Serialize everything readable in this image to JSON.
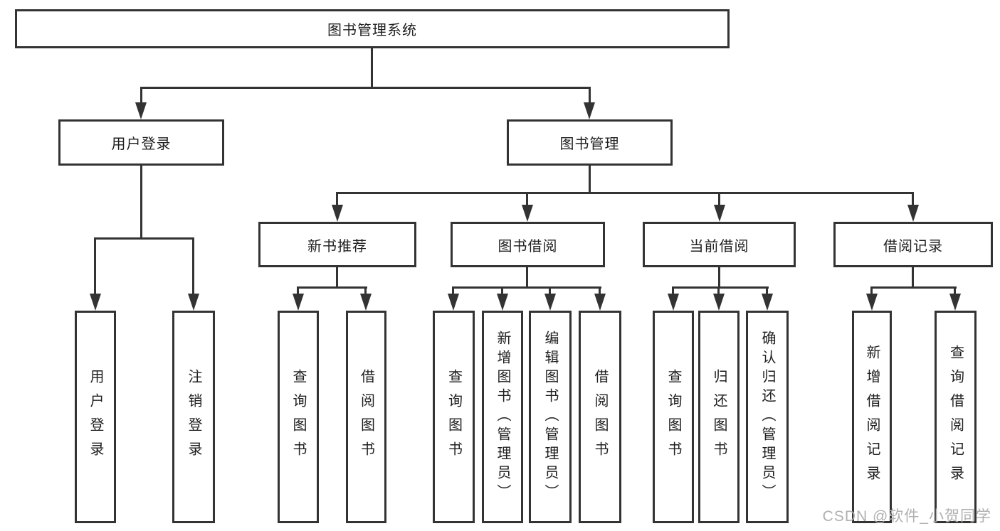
{
  "diagram": {
    "root": {
      "label": "图书管理系统"
    },
    "level2": [
      {
        "label": "用户登录"
      },
      {
        "label": "图书管理"
      }
    ],
    "level3": [
      {
        "label": "新书推荐"
      },
      {
        "label": "图书借阅"
      },
      {
        "label": "当前借阅"
      },
      {
        "label": "借阅记录"
      }
    ],
    "leaves": [
      {
        "label": "用户登录"
      },
      {
        "label": "注销登录"
      },
      {
        "label": "查询图书"
      },
      {
        "label": "借阅图书"
      },
      {
        "label": "查询图书"
      },
      {
        "label": "新增图书（管理员）"
      },
      {
        "label": "编辑图书（管理员）"
      },
      {
        "label": "借阅图书"
      },
      {
        "label": "查询图书"
      },
      {
        "label": "归还图书"
      },
      {
        "label": "确认归还（管理员）"
      },
      {
        "label": "新增借阅记录"
      },
      {
        "label": "查询借阅记录"
      }
    ]
  },
  "watermark": {
    "text": "CSDN @软件_小贺同学"
  },
  "colors": {
    "line": "#333333",
    "text": "#1f1f1f",
    "watermark": "#b0b0b0",
    "background": "#ffffff"
  }
}
